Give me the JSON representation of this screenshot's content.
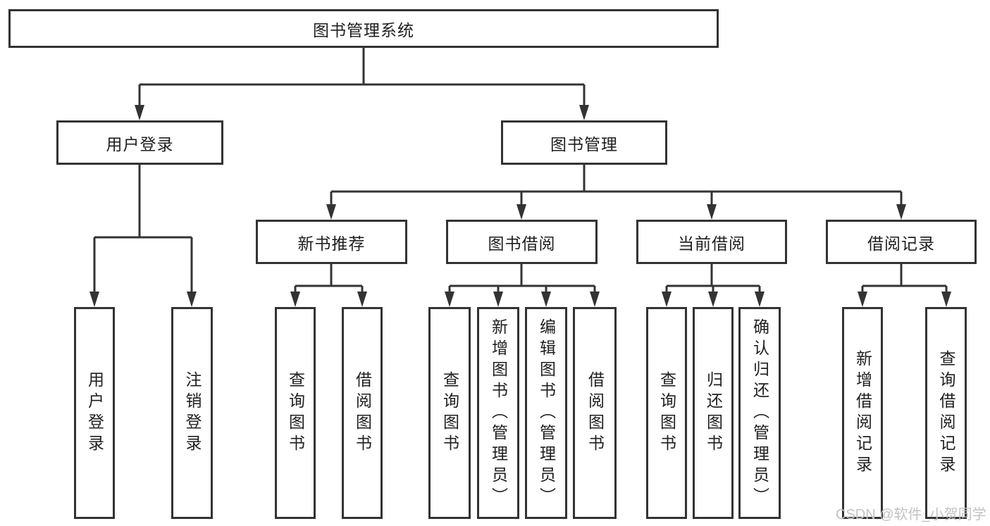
{
  "tree": {
    "label": "图书管理系统",
    "children": [
      {
        "label": "用户登录",
        "children": [
          {
            "label": "用户登录"
          },
          {
            "label": "注销登录"
          }
        ]
      },
      {
        "label": "图书管理",
        "children": [
          {
            "label": "新书推荐",
            "children": [
              {
                "label": "查询图书"
              },
              {
                "label": "借阅图书"
              }
            ]
          },
          {
            "label": "图书借阅",
            "children": [
              {
                "label": "查询图书"
              },
              {
                "label": "新增图书（管理员）"
              },
              {
                "label": "编辑图书（管理员）"
              },
              {
                "label": "借阅图书"
              }
            ]
          },
          {
            "label": "当前借阅",
            "children": [
              {
                "label": "查询图书"
              },
              {
                "label": "归还图书"
              },
              {
                "label": "确认归还（管理员）"
              }
            ]
          },
          {
            "label": "借阅记录",
            "children": [
              {
                "label": "新增借阅记录"
              },
              {
                "label": "查询借阅记录"
              }
            ]
          }
        ]
      }
    ]
  },
  "watermark": "CSDN @软件_小贺同学",
  "colors": {
    "line": "#333333",
    "box_border": "#333333",
    "box_fill": "#ffffff",
    "text": "#1f1f1f",
    "watermark": "#c2c2c2"
  }
}
